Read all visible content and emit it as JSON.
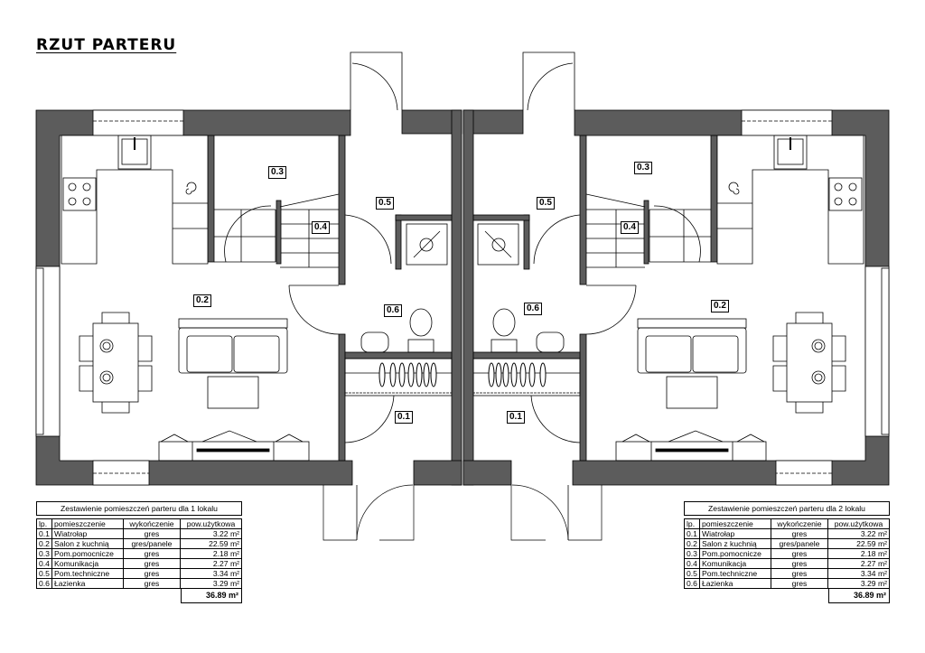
{
  "title": "RZUT PARTERU",
  "labels": {
    "left": {
      "r01": "0.1",
      "r02": "0.2",
      "r03": "0.3",
      "r04": "0.4",
      "r05": "0.5",
      "r06": "0.6"
    },
    "right": {
      "r01": "0.1",
      "r02": "0.2",
      "r03": "0.3",
      "r04": "0.4",
      "r05": "0.5",
      "r06": "0.6"
    }
  },
  "tables": [
    {
      "caption": "Zestawienie pomieszczeń parteru dla 1 lokalu",
      "headers": [
        "lp.",
        "pomieszczenie",
        "wykończenie",
        "pow.użytkowa"
      ],
      "rows": [
        {
          "lp": "0.1",
          "name": "Wiatrołap",
          "finish": "gres",
          "area": "3.22 m²"
        },
        {
          "lp": "0.2",
          "name": "Salon z kuchnią",
          "finish": "gres/panele",
          "area": "22.59 m²"
        },
        {
          "lp": "0.3",
          "name": "Pom.pomocnicze",
          "finish": "gres",
          "area": "2.18 m²"
        },
        {
          "lp": "0.4",
          "name": "Komunikacja",
          "finish": "gres",
          "area": "2.27 m²"
        },
        {
          "lp": "0.5",
          "name": "Pom.techniczne",
          "finish": "gres",
          "area": "3.34 m²"
        },
        {
          "lp": "0.6",
          "name": "Łazienka",
          "finish": "gres",
          "area": "3.29 m²"
        }
      ],
      "total": "36.89 m²"
    },
    {
      "caption": "Zestawienie pomieszczeń parteru dla 2 lokalu",
      "headers": [
        "lp.",
        "pomieszczenie",
        "wykończenie",
        "pow.użytkowa"
      ],
      "rows": [
        {
          "lp": "0.1",
          "name": "Wiatrołap",
          "finish": "gres",
          "area": "3.22 m²"
        },
        {
          "lp": "0.2",
          "name": "Salon z kuchnią",
          "finish": "gres/panele",
          "area": "22.59 m²"
        },
        {
          "lp": "0.3",
          "name": "Pom.pomocnicze",
          "finish": "gres",
          "area": "2.18 m²"
        },
        {
          "lp": "0.4",
          "name": "Komunikacja",
          "finish": "gres",
          "area": "2.27 m²"
        },
        {
          "lp": "0.5",
          "name": "Pom.techniczne",
          "finish": "gres",
          "area": "3.34 m²"
        },
        {
          "lp": "0.6",
          "name": "Łazienka",
          "finish": "gres",
          "area": "3.29 m²"
        }
      ],
      "total": "36.89 m²"
    }
  ],
  "colors": {
    "wall": "#5c5c5c",
    "line": "#000000"
  }
}
